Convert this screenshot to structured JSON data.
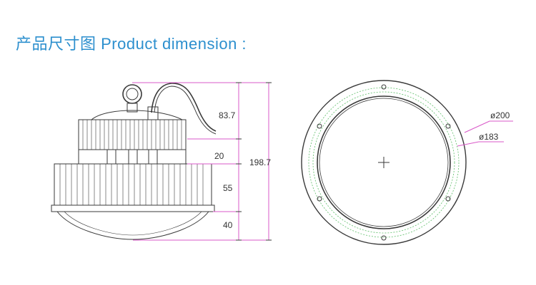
{
  "title": "产品尺寸图 Product dimension :",
  "side_view": {
    "dims": {
      "top": "83.7",
      "neck": "20",
      "body": "55",
      "lens": "40",
      "total": "198.7"
    }
  },
  "top_view": {
    "dims": {
      "outer": "ø200",
      "inner": "ø183"
    }
  },
  "colors": {
    "title": "#2c8fce",
    "dimension_line": "#d958c8",
    "led_ring": "#5fbf6a",
    "drawing": "#3a3a3a"
  }
}
